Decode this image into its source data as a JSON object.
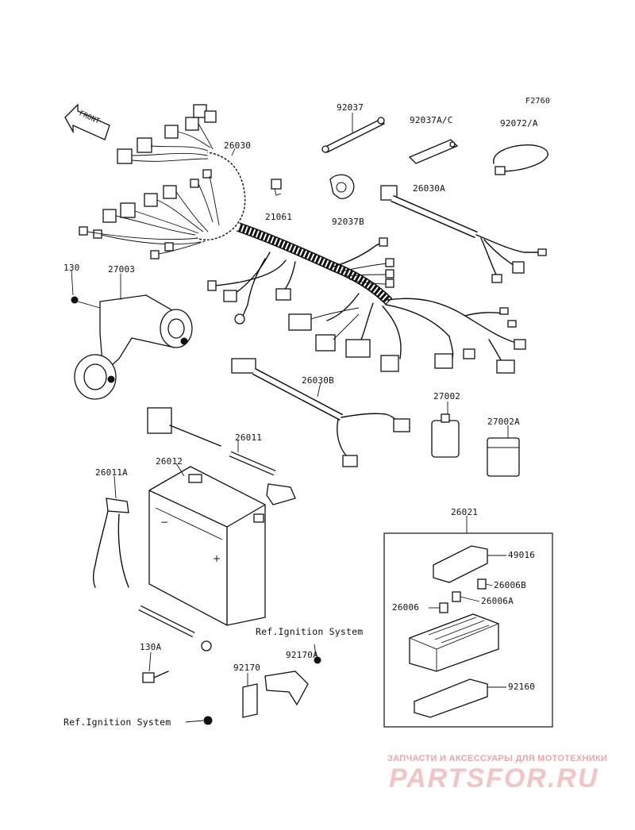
{
  "figure_code": "F2760",
  "front_arrow": "FRONT",
  "parts": [
    {
      "id": "p-92037",
      "label": "92037"
    },
    {
      "id": "p-92037ac",
      "label": "92037A/C"
    },
    {
      "id": "p-92072a",
      "label": "92072/A"
    },
    {
      "id": "p-26030",
      "label": "26030"
    },
    {
      "id": "p-21061",
      "label": "21061"
    },
    {
      "id": "p-92037b",
      "label": "92037B"
    },
    {
      "id": "p-26030a",
      "label": "26030A"
    },
    {
      "id": "p-130",
      "label": "130"
    },
    {
      "id": "p-27003",
      "label": "27003"
    },
    {
      "id": "p-26030b",
      "label": "26030B"
    },
    {
      "id": "p-27002",
      "label": "27002"
    },
    {
      "id": "p-27002a",
      "label": "27002A"
    },
    {
      "id": "p-26011",
      "label": "26011"
    },
    {
      "id": "p-26012",
      "label": "26012"
    },
    {
      "id": "p-26011a",
      "label": "26011A"
    },
    {
      "id": "p-26021",
      "label": "26021"
    },
    {
      "id": "p-49016",
      "label": "49016"
    },
    {
      "id": "p-26006b",
      "label": "26006B"
    },
    {
      "id": "p-26006",
      "label": "26006"
    },
    {
      "id": "p-26006a",
      "label": "26006A"
    },
    {
      "id": "p-92160",
      "label": "92160"
    },
    {
      "id": "p-130a",
      "label": "130A"
    },
    {
      "id": "p-92170a",
      "label": "92170A"
    },
    {
      "id": "p-92170",
      "label": "92170"
    }
  ],
  "references": {
    "ignition_upper": "Ref.Ignition System",
    "ignition_lower": "Ref.Ignition System"
  },
  "watermark": {
    "tagline": "ЗАПЧАСТИ И АКСЕССУАРЫ ДЛЯ МОТОТЕХНИКИ",
    "logo": "PARTSFOR.RU",
    "color": "#e39a9a"
  },
  "colors": {
    "line": "#111111",
    "background": "#ffffff"
  }
}
